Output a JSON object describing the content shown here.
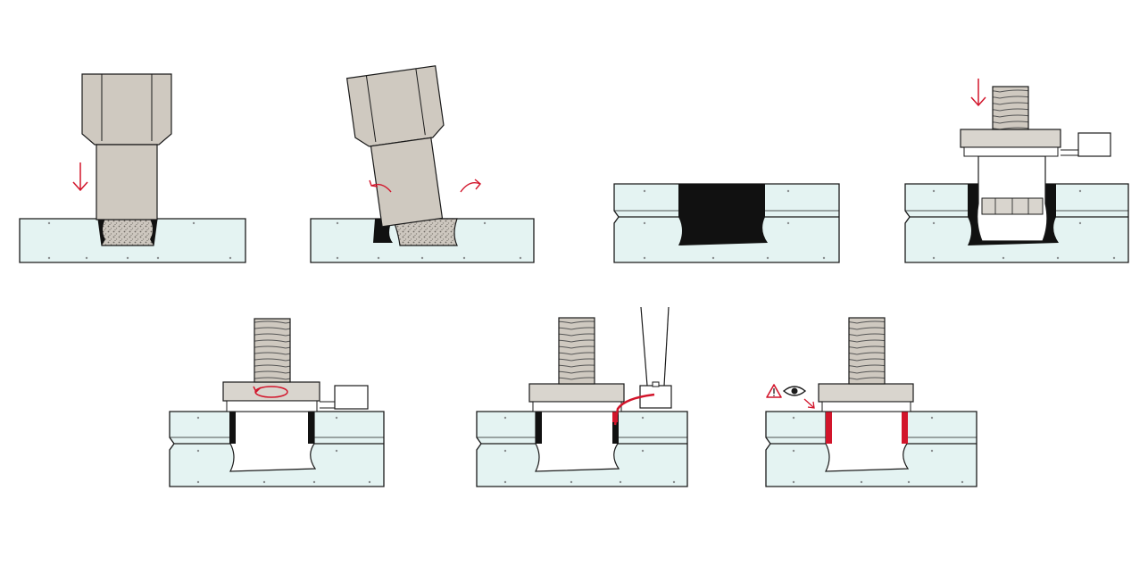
{
  "figure": {
    "panel_count": 7,
    "rows": [
      {
        "steps": [
          "drill-vertical",
          "drill-tilted-undercut",
          "drilled-hole-cleaned",
          "anchor-inserted"
        ]
      },
      {
        "steps": [
          "anchor-tightened",
          "resin-injected",
          "visual-check"
        ]
      }
    ]
  },
  "colors": {
    "panel_fill": "#e4f3f2",
    "outline": "#1a1a1a",
    "drill_body": "#cfc9c0",
    "grit": "#b8b2aa",
    "hole_black": "#111111",
    "accent_red": "#d2152b",
    "anchor_plate": "#d9d5ce",
    "dot": "#8a8f90"
  },
  "icons": {
    "down_arrow": "down-arrow-icon",
    "tilt_arrows": "rotate-arrows-icon",
    "rotation": "rotation-icon",
    "warning": "warning-triangle-icon",
    "eye": "eye-icon"
  }
}
